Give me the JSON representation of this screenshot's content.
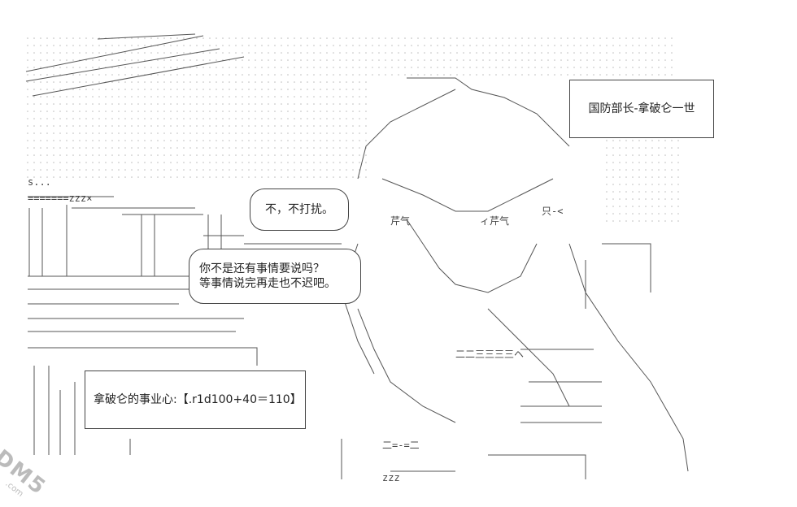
{
  "title_box": {
    "text": "国防部长-拿破仑一世"
  },
  "speech_1": {
    "text": "不，不打扰。"
  },
  "speech_2": {
    "line1": "你不是还有事情要说吗？",
    "line2": "等事情说完再走也不迟吧。"
  },
  "ability_box": {
    "text": "拿破仑的事业心:【.r1d100+40＝110】"
  },
  "watermark": {
    "logo": "DM5",
    "domain": ".com"
  },
  "colors": {
    "ink": "#444444",
    "dots": "#bbbbbb",
    "background": "#ffffff"
  }
}
